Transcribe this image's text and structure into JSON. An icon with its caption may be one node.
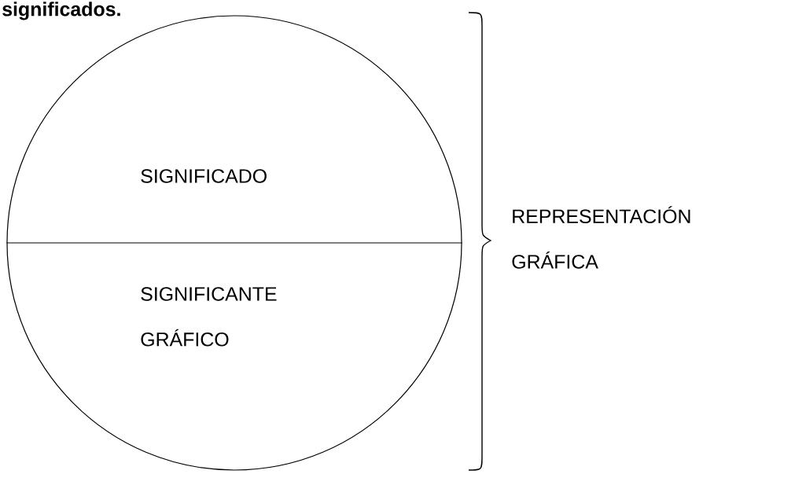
{
  "diagram": {
    "nodes": [
      {
        "text": [
          "SIGNIFICADO",
          "SIGNIFICANTE GRÁFICO"
        ]
      }
    ],
    "labels": [
      "significados.",
      "REPRESENTACIÓN GRÁFICA"
    ]
  }
}
